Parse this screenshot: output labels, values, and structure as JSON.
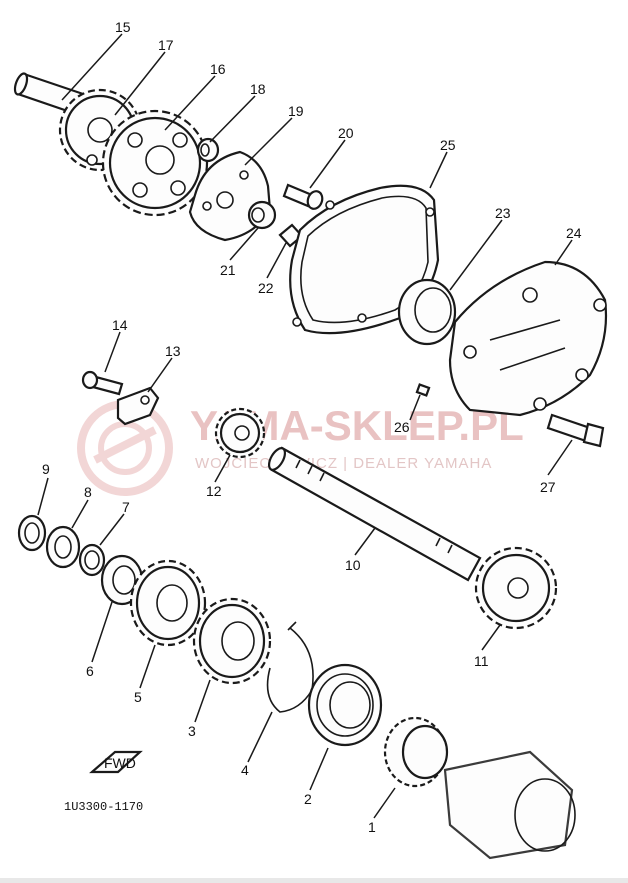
{
  "diagram": {
    "part_labels": {
      "p1": "1",
      "p2": "2",
      "p3": "3",
      "p4": "4",
      "p5": "5",
      "p6": "6",
      "p7": "7",
      "p8": "8",
      "p9": "9",
      "p10": "10",
      "p11": "11",
      "p12": "12",
      "p13": "13",
      "p14": "14",
      "p15": "15",
      "p16": "16",
      "p17": "17",
      "p18": "18",
      "p19": "19",
      "p20": "20",
      "p21": "21",
      "p22": "22",
      "p23": "23",
      "p24": "24",
      "p25": "25",
      "p26": "26",
      "p27": "27"
    },
    "fwd_label": "FWD",
    "drawing_code": "1U3300-1170"
  },
  "watermark": {
    "brand": "YAMA-SKLEP.PL",
    "subtitle": "WOJCIECHOWICZ | DEALER YAMAHA"
  },
  "colors": {
    "ink": "#1a1a1a",
    "watermark": "#e9c2c2",
    "paper": "#ffffff"
  }
}
